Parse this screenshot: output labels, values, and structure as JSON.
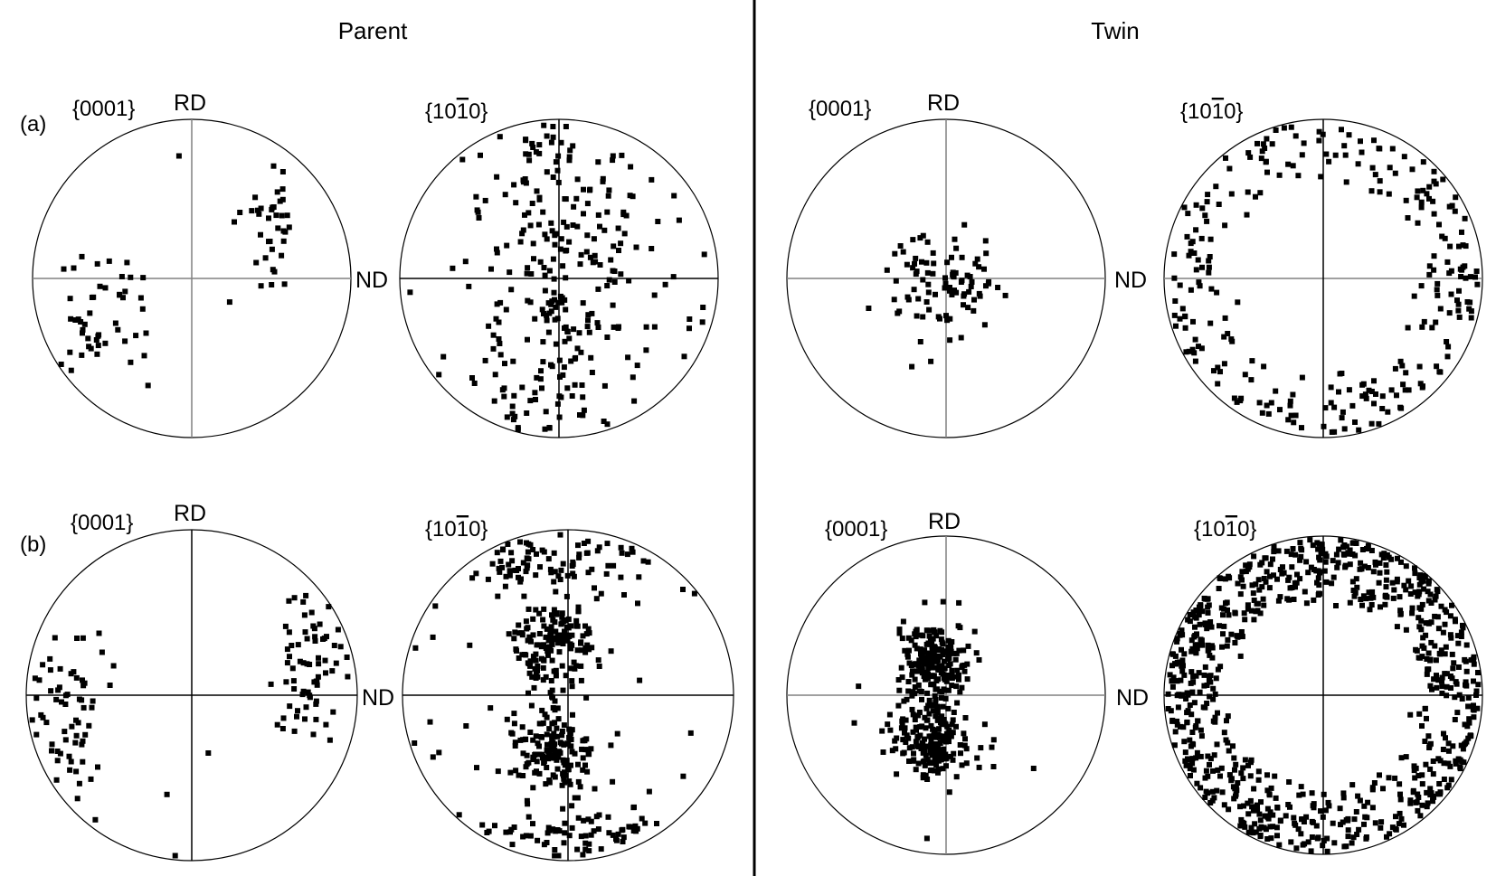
{
  "headers": {
    "left": "Parent",
    "right": "Twin"
  },
  "row_labels": {
    "a": "(a)",
    "b": "(b)"
  },
  "plane_labels": {
    "basal": "{0001}",
    "prism_prefix": "{10",
    "prism_bar": "1",
    "prism_suffix": "0}"
  },
  "axis_labels": {
    "rd": "RD",
    "nd": "ND"
  },
  "colors": {
    "background": "#ffffff",
    "ink": "#000000",
    "ref_line": "#808080"
  },
  "pole_figures": [
    {
      "id": "parent-a-0001",
      "section": "Parent",
      "row": "a",
      "plane": "{0001}",
      "distribution": "two clusters near the ND-RD plane: one upper-right, one lower-left"
    },
    {
      "id": "parent-a-10-10",
      "section": "Parent",
      "row": "a",
      "plane": "{10-10}",
      "distribution": "broad vertical band of scattered poles"
    },
    {
      "id": "twin-a-0001",
      "section": "Twin",
      "row": "a",
      "plane": "{0001}",
      "distribution": "single cluster near centre"
    },
    {
      "id": "twin-a-10-10",
      "section": "Twin",
      "row": "a",
      "plane": "{10-10}",
      "distribution": "ring of poles near the periphery"
    },
    {
      "id": "parent-b-0001",
      "section": "Parent",
      "row": "b",
      "plane": "{0001}",
      "distribution": "two clusters at left and right edges"
    },
    {
      "id": "parent-b-10-10",
      "section": "Parent",
      "row": "b",
      "plane": "{10-10}",
      "distribution": "dense clusters above and below centre plus top and bottom bands"
    },
    {
      "id": "twin-b-0001",
      "section": "Twin",
      "row": "b",
      "plane": "{0001}",
      "distribution": "dense split cluster near centre"
    },
    {
      "id": "twin-b-10-10",
      "section": "Twin",
      "row": "b",
      "plane": "{10-10}",
      "distribution": "dense ring of poles"
    }
  ]
}
